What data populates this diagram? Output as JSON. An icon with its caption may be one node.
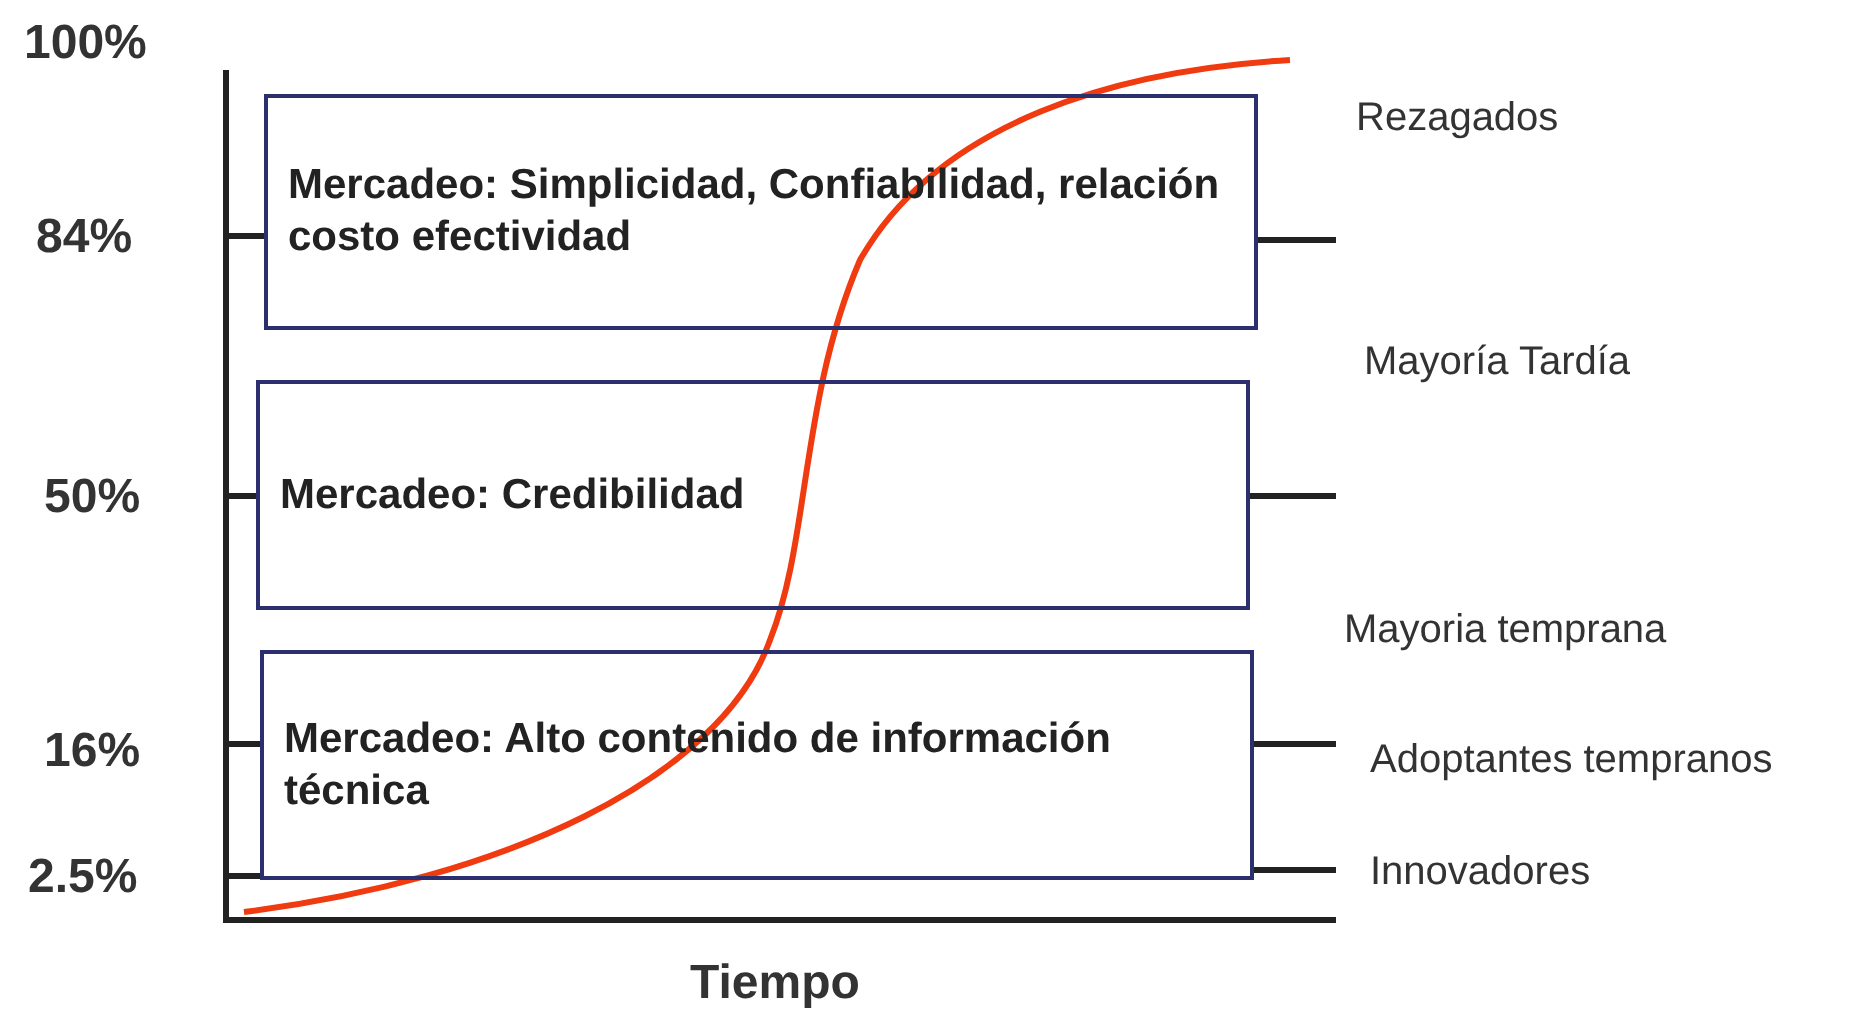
{
  "diagram": {
    "nodes": [
      {
        "text": [
          "Mercadeo: Simplicidad, Confiabilidad, relación costo efectividad"
        ]
      },
      {
        "text": [
          "Mercadeo: Credibilidad"
        ]
      },
      {
        "text": [
          "Mercadeo: Alto contenido de información técnica"
        ]
      }
    ],
    "labels": [
      "100%",
      "Rezagados",
      "84%",
      "Mayoría Tardía",
      "50%",
      "Mayoria temprana",
      "16%",
      "Adoptantes tempranos",
      "Innovadores",
      "2.5%",
      "Tiempo"
    ]
  }
}
